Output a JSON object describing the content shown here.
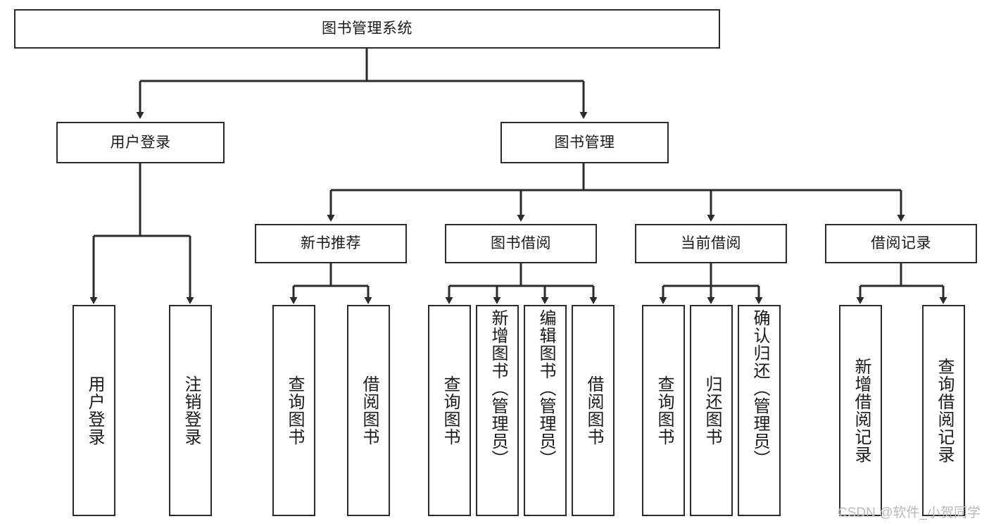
{
  "diagram": {
    "title": "图书管理系统",
    "type": "tree-hierarchy",
    "watermark": "CSDN @软件_小贺同学",
    "colors": {
      "stroke": "#2b2b2b",
      "fill": "#ffffff",
      "text": "#1a1a1a",
      "watermark": "#b9b9b9"
    },
    "nodes": {
      "root": {
        "label": "图书管理系统",
        "level": 0
      },
      "l1": [
        {
          "id": "user_login",
          "label": "用户登录",
          "level": 1
        },
        {
          "id": "book_mgmt",
          "label": "图书管理",
          "level": 1
        }
      ],
      "l2": [
        {
          "id": "new_book_rec",
          "label": "新书推荐",
          "level": 2,
          "parent": "book_mgmt"
        },
        {
          "id": "book_borrow",
          "label": "图书借阅",
          "level": 2,
          "parent": "book_mgmt"
        },
        {
          "id": "current_borrow",
          "label": "当前借阅",
          "level": 2,
          "parent": "book_mgmt"
        },
        {
          "id": "borrow_record",
          "label": "借阅记录",
          "level": 2,
          "parent": "book_mgmt"
        }
      ],
      "leaves": [
        {
          "id": "leaf_user_login",
          "label": "用户登录",
          "parent": "user_login"
        },
        {
          "id": "leaf_user_logout",
          "label": "注销登录",
          "parent": "user_login"
        },
        {
          "id": "leaf_rec_query",
          "label": "查询图书",
          "parent": "new_book_rec"
        },
        {
          "id": "leaf_rec_borrow",
          "label": "借阅图书",
          "parent": "new_book_rec"
        },
        {
          "id": "leaf_borrow_query",
          "label": "查询图书",
          "parent": "book_borrow"
        },
        {
          "id": "leaf_borrow_add",
          "label": "新增图书（管理员）",
          "parent": "book_borrow"
        },
        {
          "id": "leaf_borrow_edit",
          "label": "编辑图书（管理员）",
          "parent": "book_borrow"
        },
        {
          "id": "leaf_borrow_take",
          "label": "借阅图书",
          "parent": "book_borrow"
        },
        {
          "id": "leaf_cur_query",
          "label": "查询图书",
          "parent": "current_borrow"
        },
        {
          "id": "leaf_cur_return",
          "label": "归还图书",
          "parent": "current_borrow"
        },
        {
          "id": "leaf_cur_confirm",
          "label": "确认归还（管理员）",
          "parent": "current_borrow"
        },
        {
          "id": "leaf_rec_add",
          "label": "新增借阅记录",
          "parent": "borrow_record"
        },
        {
          "id": "leaf_rec_search",
          "label": "查询借阅记录",
          "parent": "borrow_record"
        }
      ]
    }
  }
}
